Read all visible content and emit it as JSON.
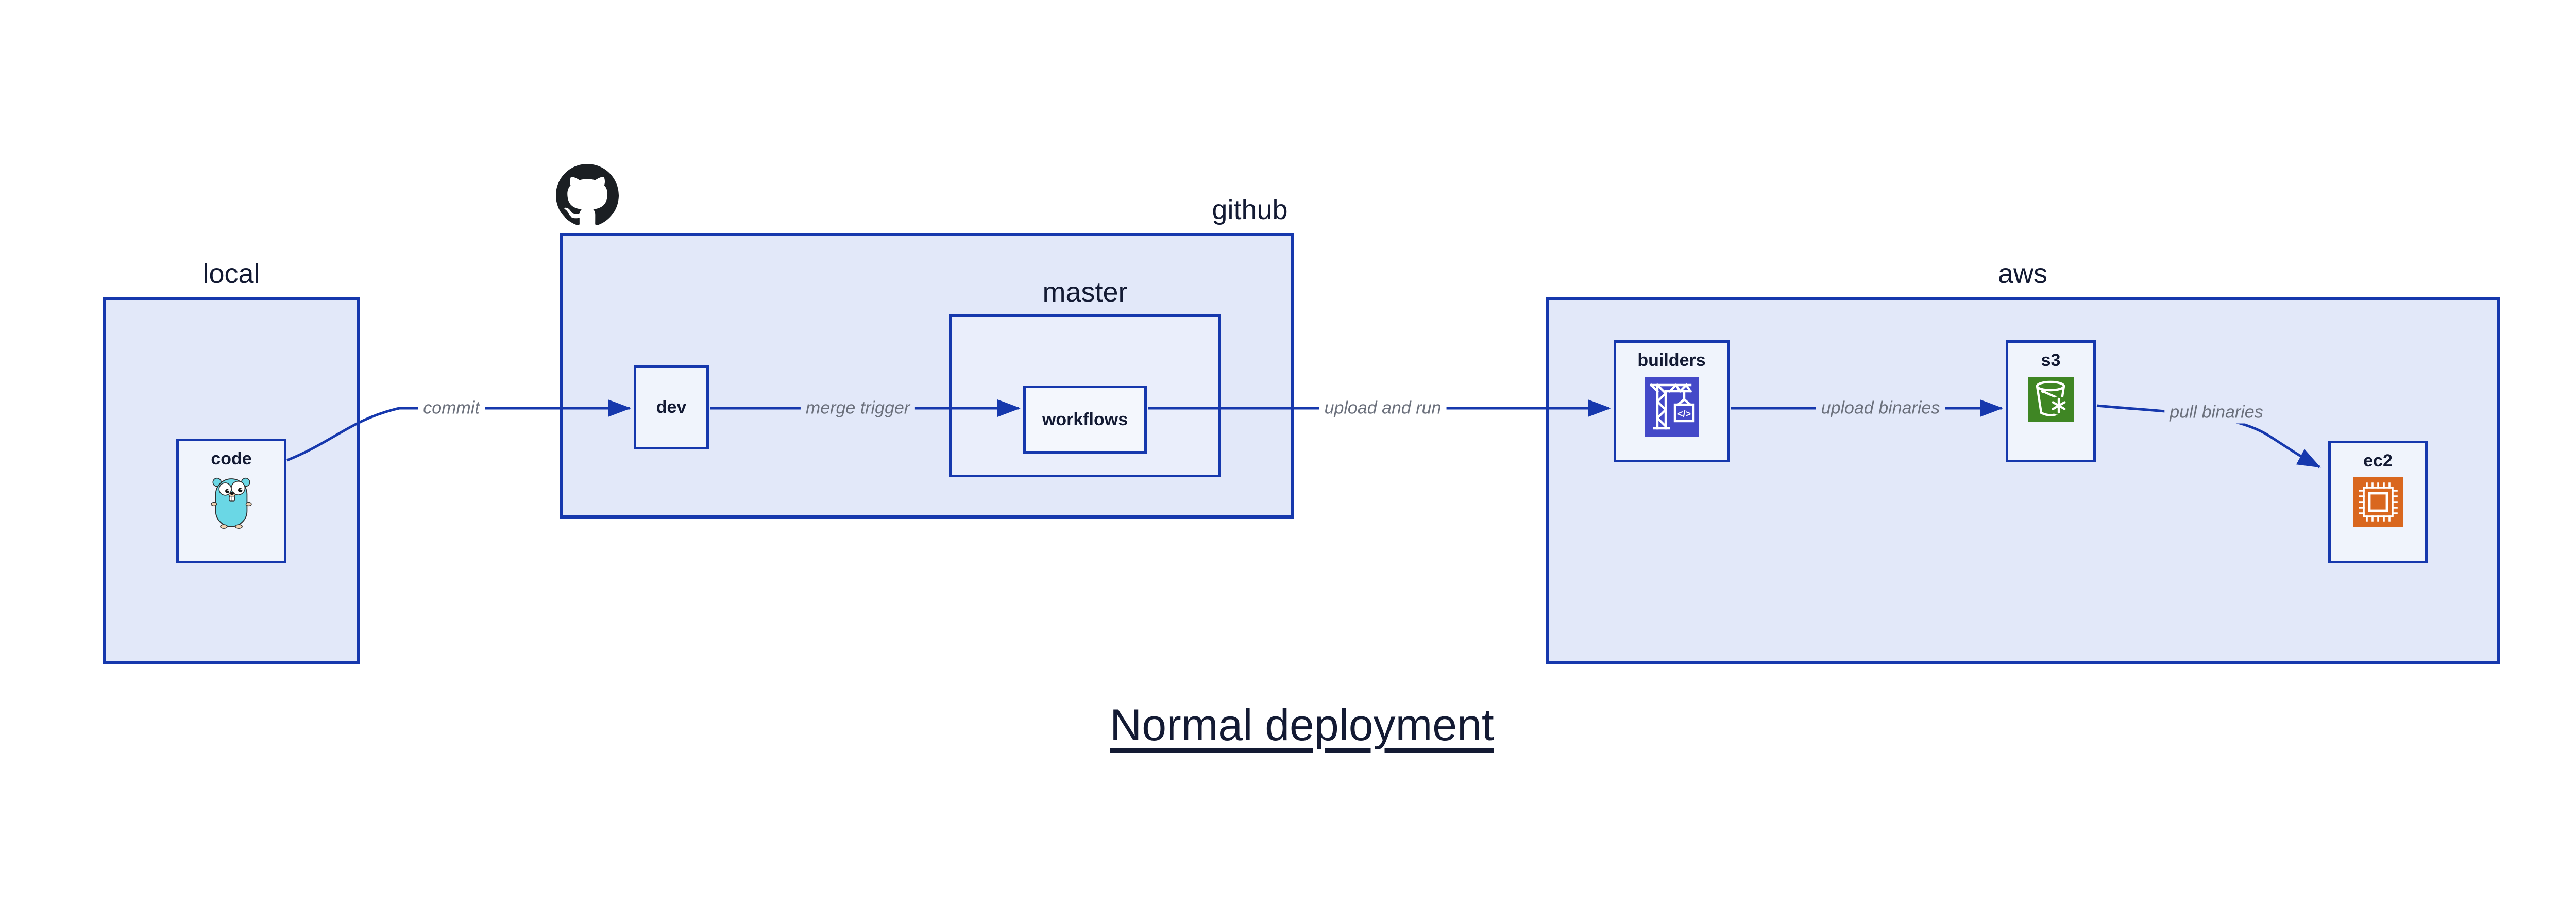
{
  "title": {
    "text": "Normal deployment"
  },
  "groups": {
    "local": {
      "label": "local"
    },
    "github": {
      "label": "github"
    },
    "master": {
      "label": "master"
    },
    "aws": {
      "label": "aws"
    }
  },
  "nodes": {
    "code": {
      "label": "code",
      "icon": "go-gopher-icon"
    },
    "dev": {
      "label": "dev"
    },
    "workflows": {
      "label": "workflows"
    },
    "builders": {
      "label": "builders",
      "icon": "codebuild-crane-icon",
      "icon_text": "</>",
      "icon_bg": "#4449c8"
    },
    "s3": {
      "label": "s3",
      "icon": "s3-glacier-bucket-icon",
      "icon_bg": "#3f8624"
    },
    "ec2": {
      "label": "ec2",
      "icon": "ec2-chip-icon",
      "icon_bg": "#d9671e"
    }
  },
  "edges": {
    "commit": {
      "label": "commit"
    },
    "merge_trigger": {
      "label": "merge trigger"
    },
    "upload_and_run": {
      "label": "upload and run"
    },
    "upload_binaries": {
      "label": "upload binaries"
    },
    "pull_binaries": {
      "label": "pull binaries"
    }
  },
  "icons": {
    "octocat": "github-octocat-logo"
  },
  "colors": {
    "line_blue": "#1638ad",
    "group_fill": "#e2e8f9",
    "master_fill": "#eaeefb",
    "node_fill": "#f0f4fc",
    "text_dark": "#131a33",
    "label_gray": "#6b707c",
    "gopher_teal": "#6ad7e5",
    "builders_indigo": "#4449c8",
    "s3_green": "#3f8624",
    "ec2_orange": "#d9671e",
    "octocat_black": "#1b1f23"
  }
}
